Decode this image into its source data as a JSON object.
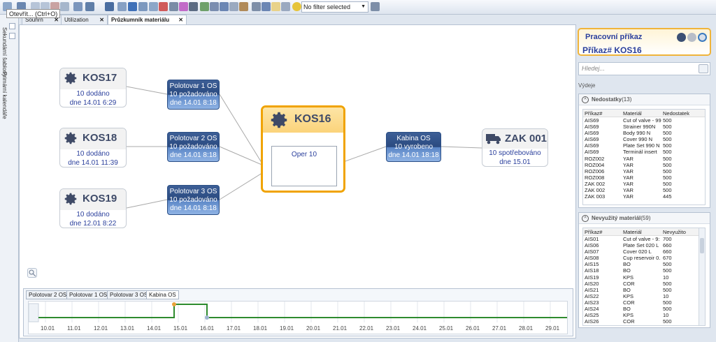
{
  "toolbar": {
    "tooltip": "Otevřít... (Ctrl+O)",
    "filter_value": "No filter selected"
  },
  "left_strip": {
    "label_1": "Sekundární šablony",
    "label_2": "Primární kalendáře"
  },
  "tabs": [
    {
      "label": "Souhrn"
    },
    {
      "label": "Utilization"
    },
    {
      "label": "Průzkumník materiálu"
    }
  ],
  "graph": {
    "sources": [
      {
        "title": "KOS17",
        "line1": "10 dodáno",
        "line2": "dne 14.01 6:29"
      },
      {
        "title": "KOS18",
        "line1": "10 dodáno",
        "line2": "dne 14.01 11:39"
      },
      {
        "title": "KOS19",
        "line1": "10 dodáno",
        "line2": "dne 12.01 8:22"
      }
    ],
    "semis": [
      {
        "title": "Polotovar 1 OS",
        "line1": "10 požadováno",
        "line2": "dne 14.01 8:18"
      },
      {
        "title": "Polotovar 2 OS",
        "line1": "10 požadováno",
        "line2": "dne 14.01 8:18"
      },
      {
        "title": "Polotovar 3 OS",
        "line1": "10 požadováno",
        "line2": "dne 14.01 8:18"
      }
    ],
    "center": {
      "title": "KOS16",
      "oper": "Oper 10"
    },
    "kabina": {
      "title": "Kabina OS",
      "line1": "10 vyrobeno",
      "line2": "dne 14.01 18:18"
    },
    "zak": {
      "title": "ZAK 001",
      "line1": "10 spotřebováno",
      "line2": "dne 15.01"
    }
  },
  "timeline": {
    "tabs": [
      "Polotovar 2 OS",
      "Polotovar 1 OS",
      "Polotovar 3 OS",
      "Kabina OS"
    ],
    "dates": [
      "10.01",
      "11.01",
      "12.01",
      "13.01",
      "14.01",
      "15.01",
      "16.01",
      "17.01",
      "18.01",
      "19.01",
      "20.01",
      "21.01",
      "22.01",
      "23.01",
      "24.01",
      "25.01",
      "26.01",
      "27.01",
      "28.01",
      "29.01"
    ]
  },
  "panel": {
    "title": "Pracovní příkaz",
    "subtitle": "Příkaz# KOS16",
    "search_placeholder": "Hledej...",
    "vydeje": "Výdeje",
    "nedostatky": {
      "title": "Nedostatky",
      "count": "(13)",
      "headers": [
        "Příkaz#",
        "Materiál",
        "Nedostatek"
      ],
      "rows": [
        [
          "AIS69",
          "Cut of valve - 99(",
          "500"
        ],
        [
          "AIS69",
          "Strainer 990N",
          "500"
        ],
        [
          "AIS69",
          "Body 990 N",
          "500"
        ],
        [
          "AIS69",
          "Cover 990 N",
          "500"
        ],
        [
          "AIS69",
          "Plate Set 990 N",
          "500"
        ],
        [
          "AIS69",
          "Terminál insert",
          "500"
        ],
        [
          "ROZ002",
          "YAR",
          "500"
        ],
        [
          "ROZ004",
          "YAR",
          "500"
        ],
        [
          "ROZ006",
          "YAR",
          "500"
        ],
        [
          "ROZ008",
          "YAR",
          "500"
        ],
        [
          "ZAK 002",
          "YAR",
          "500"
        ],
        [
          "ZAK 002",
          "YAR",
          "500"
        ],
        [
          "ZAK 003",
          "YAR",
          "445"
        ]
      ]
    },
    "nevyuzity": {
      "title": "Nevyužitý materiál",
      "count": "(59)",
      "headers": [
        "Příkaz#",
        "Materiál",
        "Nevyužito"
      ],
      "rows": [
        [
          "AIS01",
          "Cut of valve - 9:",
          "700"
        ],
        [
          "AIS06",
          "Plate Set 020 L",
          "660"
        ],
        [
          "AIS07",
          "Cover 020 L",
          "660"
        ],
        [
          "AIS08",
          "Cup reservoir 0.",
          "670"
        ],
        [
          "AIS15",
          "BO",
          "500"
        ],
        [
          "AIS18",
          "BO",
          "500"
        ],
        [
          "AIS19",
          "KPS",
          "10"
        ],
        [
          "AIS20",
          "COR",
          "500"
        ],
        [
          "AIS21",
          "BO",
          "500"
        ],
        [
          "AIS22",
          "KPS",
          "10"
        ],
        [
          "AIS23",
          "COR",
          "500"
        ],
        [
          "AIS24",
          "BO",
          "500"
        ],
        [
          "AIS25",
          "KPS",
          "10"
        ],
        [
          "AIS26",
          "COR",
          "500"
        ]
      ]
    }
  }
}
